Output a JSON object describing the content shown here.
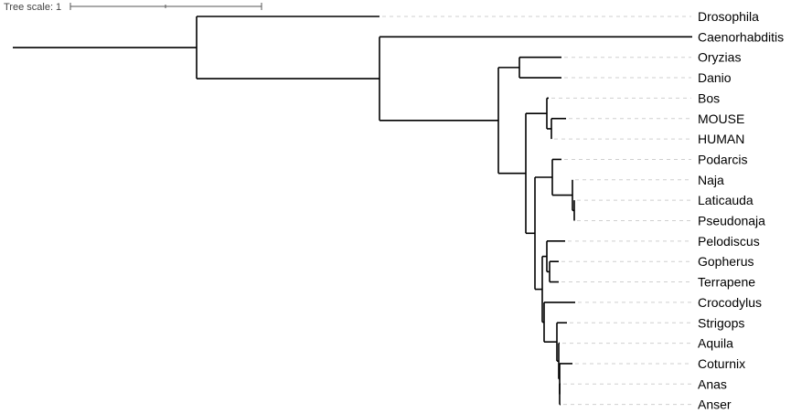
{
  "tree_scale": {
    "label": "Tree scale: 1"
  },
  "leaves": [
    "Drosophila",
    "Caenorhabditis",
    "Oryzias",
    "Danio",
    "Bos",
    "MOUSE",
    "HUMAN",
    "Podarcis",
    "Naja",
    "Laticauda",
    "Pseudonaja",
    "Pelodiscus",
    "Gopherus",
    "Terrapene",
    "Crocodylus",
    "Strigops",
    "Aquila",
    "Coturnix",
    "Anas",
    "Anser"
  ],
  "colors": {
    "branch": "#000000",
    "guide": "#cfcfcf",
    "label": "#000000"
  }
}
